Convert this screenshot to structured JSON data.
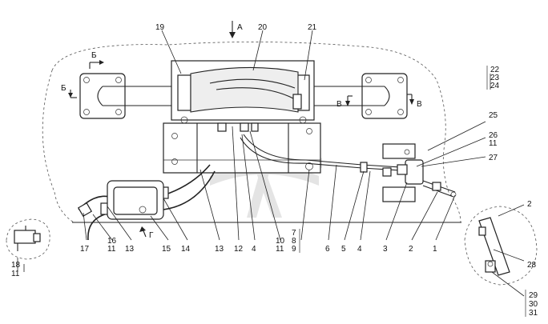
{
  "callouts": {
    "c1": "1",
    "c2_bottom": "2",
    "c2_side": "2",
    "c3": "3",
    "c4_a": "4",
    "c4_b": "4",
    "c5": "5",
    "c6": "6",
    "c7_8_9": [
      "7",
      "8",
      "9"
    ],
    "c10_11": [
      "10",
      "11"
    ],
    "c12": "12",
    "c13_a": "13",
    "c13_b": "13",
    "c14": "14",
    "c15": "15",
    "c16_11": [
      "16",
      "11"
    ],
    "c17": "17",
    "c18_11": [
      "18",
      "11"
    ],
    "c19": "19",
    "c20": "20",
    "c21": "21",
    "c22_23_24": [
      "22",
      "23",
      "24"
    ],
    "c25": "25",
    "c26_11": [
      "26",
      "11"
    ],
    "c27": "27",
    "c28": "28",
    "c29_30_31": [
      "29",
      "30",
      "31"
    ]
  },
  "views": {
    "a": "А",
    "b_top": "Б",
    "b_left": "Б",
    "v_left": "В",
    "v_right": "В",
    "g": "Г"
  }
}
